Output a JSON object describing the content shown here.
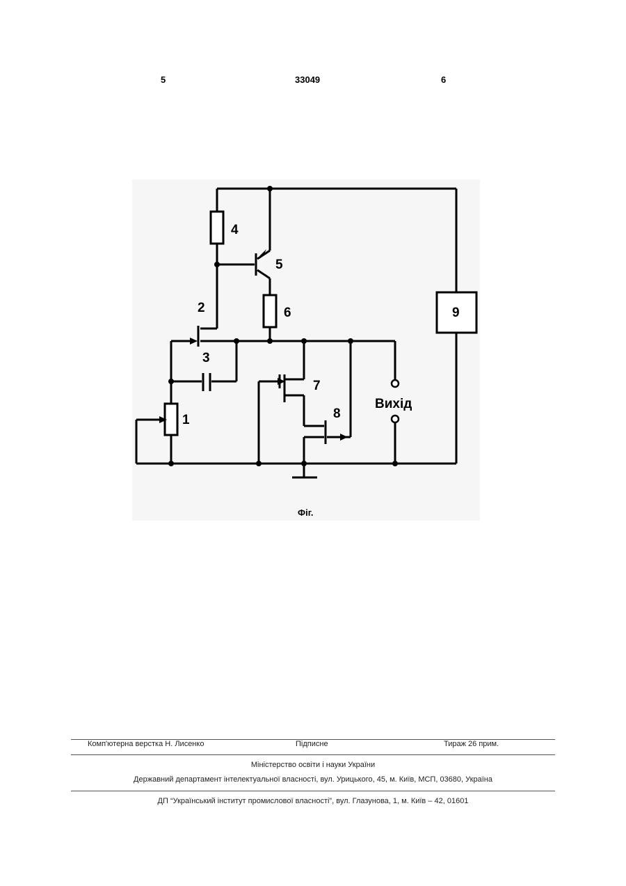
{
  "header": {
    "page_left": "5",
    "patent_number": "33049",
    "page_right": "6"
  },
  "figure": {
    "labels": {
      "n1": "1",
      "n2": "2",
      "n3": "3",
      "n4": "4",
      "n5": "5",
      "n6": "6",
      "n7": "7",
      "n8": "8",
      "n9": "9",
      "output": "Вихід"
    },
    "caption": "Фіг."
  },
  "footer": {
    "row1": {
      "layout": "Комп'ютерна верстка Н. Лисенко",
      "signed": "Підписне",
      "circulation": "Тираж 26 прим."
    },
    "ministry": "Міністерство освіти і науки України",
    "department": "Державний департамент інтелектуальної власності, вул. Урицького, 45, м. Київ, МСП, 03680, Україна",
    "institute": "ДП “Український інститут промислової власності”, вул. Глазунова, 1, м. Київ – 42, 01601"
  }
}
